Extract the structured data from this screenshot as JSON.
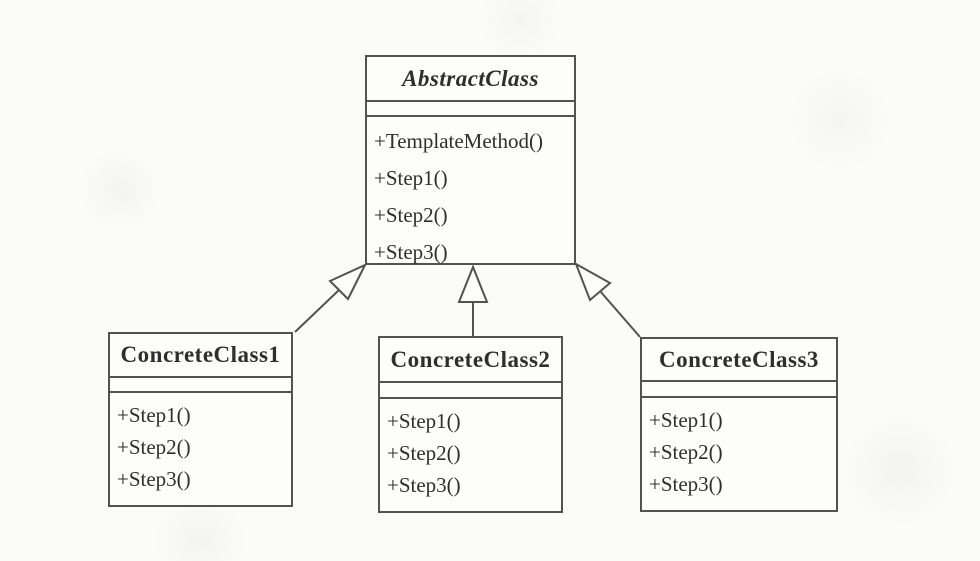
{
  "diagram": {
    "pattern": "Template Method",
    "abstract_class": {
      "name": "AbstractClass",
      "attributes": [],
      "methods": [
        "+TemplateMethod()",
        "+Step1()",
        "+Step2()",
        "+Step3()"
      ]
    },
    "concrete_classes": [
      {
        "name": "ConcreteClass1",
        "attributes": [],
        "methods": [
          "+Step1()",
          "+Step2()",
          "+Step3()"
        ]
      },
      {
        "name": "ConcreteClass2",
        "attributes": [],
        "methods": [
          "+Step1()",
          "+Step2()",
          "+Step3()"
        ]
      },
      {
        "name": "ConcreteClass3",
        "attributes": [],
        "methods": [
          "+Step1()",
          "+Step2()",
          "+Step3()"
        ]
      }
    ],
    "relationships": [
      {
        "from": "ConcreteClass1",
        "to": "AbstractClass",
        "type": "generalization"
      },
      {
        "from": "ConcreteClass2",
        "to": "AbstractClass",
        "type": "generalization"
      },
      {
        "from": "ConcreteClass3",
        "to": "AbstractClass",
        "type": "generalization"
      }
    ],
    "colors": {
      "background": "#fbfbfa",
      "box_fill": "#fdfdfc",
      "line": "#525252",
      "text": "#2e2e2e"
    }
  }
}
